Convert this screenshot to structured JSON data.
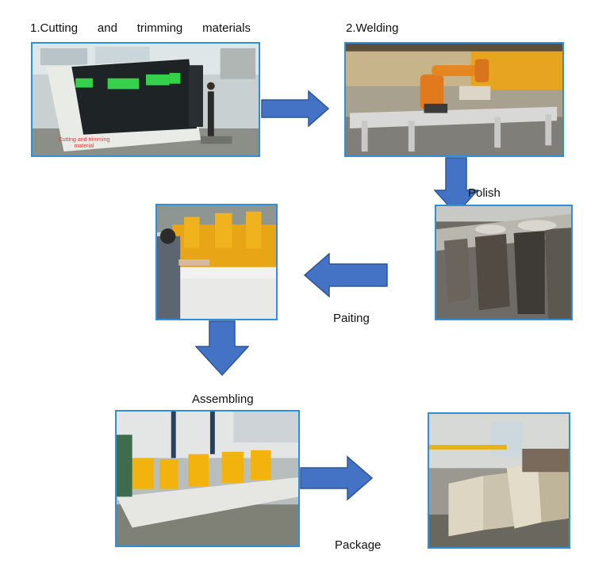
{
  "steps": {
    "cutting": {
      "title_parts": [
        "1.Cutting",
        "and",
        "trimming",
        "materials"
      ],
      "photo_caption_line1": "Cutting and trimming",
      "photo_caption_line2": "material"
    },
    "welding": {
      "title": "2.Welding"
    },
    "polish": {
      "title": "Polish"
    },
    "painting": {
      "title": "Paiting"
    },
    "assembling": {
      "title": "Assembling"
    },
    "package": {
      "title": "Package"
    }
  },
  "colors": {
    "arrow_fill": "#4472c4",
    "arrow_stroke": "#2f5597",
    "photo_border": "#2f8fd8",
    "caption_red": "#e23b3b"
  }
}
